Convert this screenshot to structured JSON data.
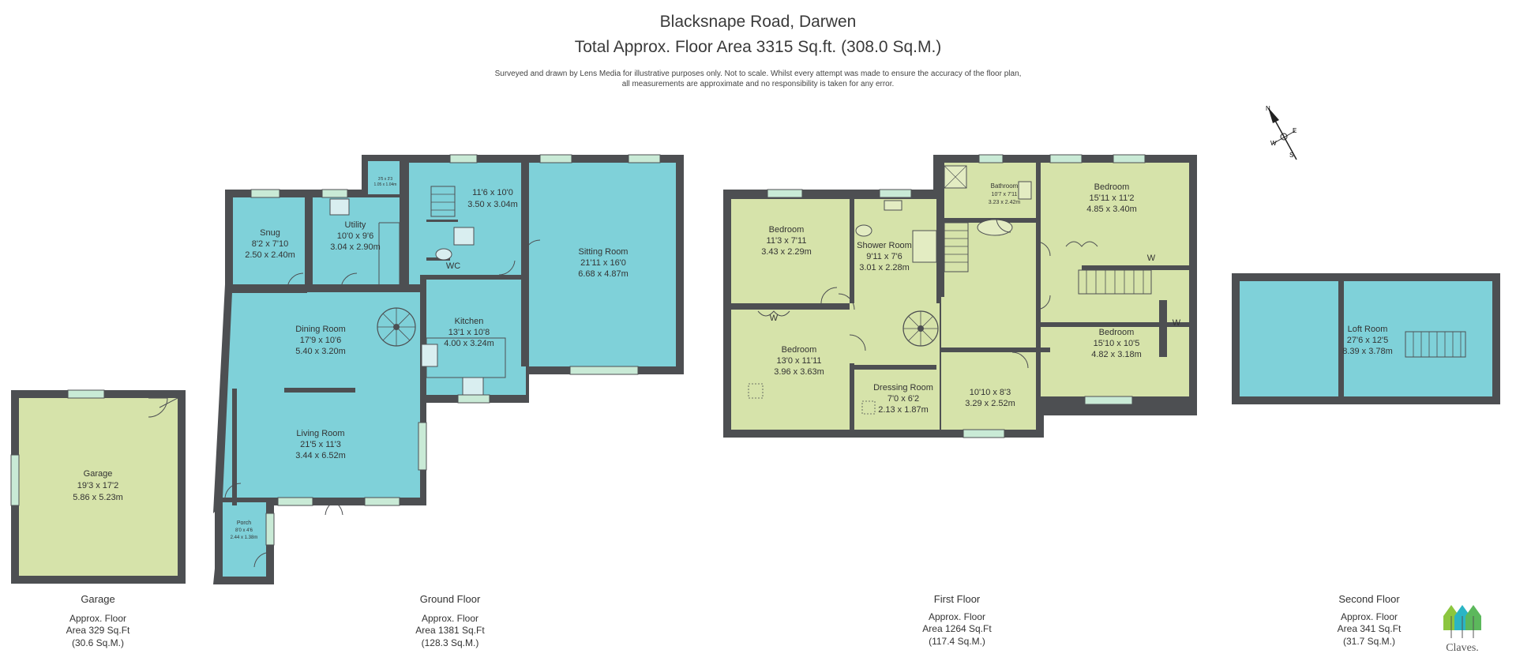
{
  "header": {
    "title": "Blacksnape Road, Darwen",
    "total_area": "Total Approx. Floor Area 3315 Sq.ft. (308.0 Sq.M.)",
    "disclaimer_1": "Surveyed and drawn by Lens Media for illustrative purposes only. Not to scale. Whilst every attempt was made to ensure the accuracy of the floor plan,",
    "disclaimer_2": "all measurements are approximate and no responsibility is taken for any error."
  },
  "compass": {
    "n": "N",
    "e": "E",
    "s": "S",
    "w": "W"
  },
  "colors": {
    "wall": "#4d4f52",
    "blue_room": "#7fd1d9",
    "green_room": "#d6e3aa",
    "window": "#c9ead6"
  },
  "rooms": {
    "garage": {
      "name": "Garage",
      "imperial": "19'3 x 17'2",
      "metric": "5.86 x 5.23m"
    },
    "snug": {
      "name": "Snug",
      "imperial": "8'2 x 7'10",
      "metric": "2.50 x 2.40m"
    },
    "utility": {
      "name": "Utility",
      "imperial": "10'0 x 9'6",
      "metric": "3.04 x 2.90m"
    },
    "store": {
      "imperial": "3'5 x 3'3",
      "metric": "1.05 x 1.04m"
    },
    "hall": {
      "imperial": "11'6 x 10'0",
      "metric": "3.50 x 3.04m"
    },
    "wc": {
      "name": "WC"
    },
    "sitting": {
      "name": "Sitting Room",
      "imperial": "21'11 x 16'0",
      "metric": "6.68 x 4.87m"
    },
    "dining": {
      "name": "Dining Room",
      "imperial": "17'9 x 10'6",
      "metric": "5.40 x 3.20m"
    },
    "kitchen": {
      "name": "Kitchen",
      "imperial": "13'1 x 10'8",
      "metric": "4.00 x 3.24m"
    },
    "living": {
      "name": "Living Room",
      "imperial": "21'5 x 11'3",
      "metric": "3.44 x 6.52m"
    },
    "porch": {
      "name": "Porch",
      "imperial": "8'0 x 4'6",
      "metric": "2.44 x 1.38m"
    },
    "bed1": {
      "name": "Bedroom",
      "imperial": "11'3 x 7'11",
      "metric": "3.43 x 2.29m"
    },
    "shower": {
      "name": "Shower Room",
      "imperial": "9'11 x 7'6",
      "metric": "3.01 x 2.28m"
    },
    "bathroom": {
      "name": "Bathroom",
      "imperial": "10'7 x 7'11",
      "metric": "3.23 x 2.42m"
    },
    "bed2": {
      "name": "Bedroom",
      "imperial": "15'11 x 11'2",
      "metric": "4.85 x 3.40m"
    },
    "bed3": {
      "name": "Bedroom",
      "imperial": "13'0 x 11'11",
      "metric": "3.96 x 3.63m"
    },
    "bed4": {
      "name": "Bedroom",
      "imperial": "15'10 x 10'5",
      "metric": "4.82 x 3.18m"
    },
    "dressing": {
      "name": "Dressing Room",
      "imperial": "7'0 x 6'2",
      "metric": "2.13 x 1.87m"
    },
    "landing": {
      "imperial": "10'10 x 8'3",
      "metric": "3.29 x 2.52m"
    },
    "loft": {
      "name": "Loft Room",
      "imperial": "27'6 x 12'5",
      "metric": "8.39 x 3.78m"
    },
    "wardrobe_mark": "W"
  },
  "floors": {
    "garage": {
      "name": "Garage",
      "line1": "Approx. Floor",
      "line2": "Area 329 Sq.Ft",
      "line3": "(30.6 Sq.M.)"
    },
    "ground": {
      "name": "Ground Floor",
      "line1": "Approx. Floor",
      "line2": "Area 1381 Sq.Ft",
      "line3": "(128.3 Sq.M.)"
    },
    "first": {
      "name": "First Floor",
      "line1": "Approx. Floor",
      "line2": "Area 1264 Sq.Ft",
      "line3": "(117.4 Sq.M.)"
    },
    "second": {
      "name": "Second Floor",
      "line1": "Approx. Floor",
      "line2": "Area 341 Sq.Ft",
      "line3": "(31.7 Sq.M.)"
    }
  },
  "logo": {
    "text": "Claves."
  }
}
